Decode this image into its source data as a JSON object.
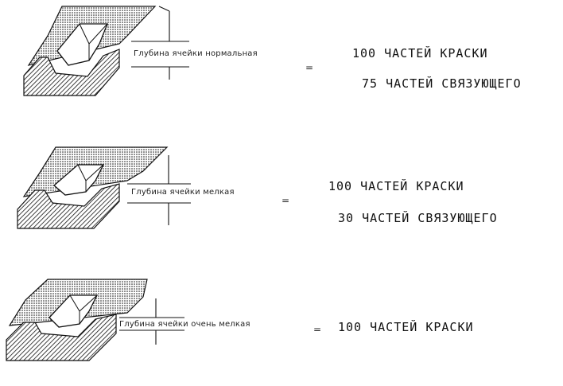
{
  "colors": {
    "ink": "#111111",
    "background": "#ffffff"
  },
  "rows": [
    {
      "depth_label": "Глубина ячейки нормальная",
      "equals": "=",
      "ratio_lines": [
        "100 ЧАСТЕЙ КРАСКИ",
        "75 ЧАСТЕЙ СВЯЗУЮЩЕГО"
      ]
    },
    {
      "depth_label": "Глубина ячейки мелкая",
      "equals": "=",
      "ratio_lines": [
        "100 ЧАСТЕЙ КРАСКИ",
        "30 ЧАСТЕЙ СВЯЗУЮЩЕГО"
      ]
    },
    {
      "depth_label": "Глубина ячейки очень мелкая",
      "equals": "=",
      "ratio_lines": [
        "100 ЧАСТЕЙ КРАСКИ"
      ]
    }
  ]
}
